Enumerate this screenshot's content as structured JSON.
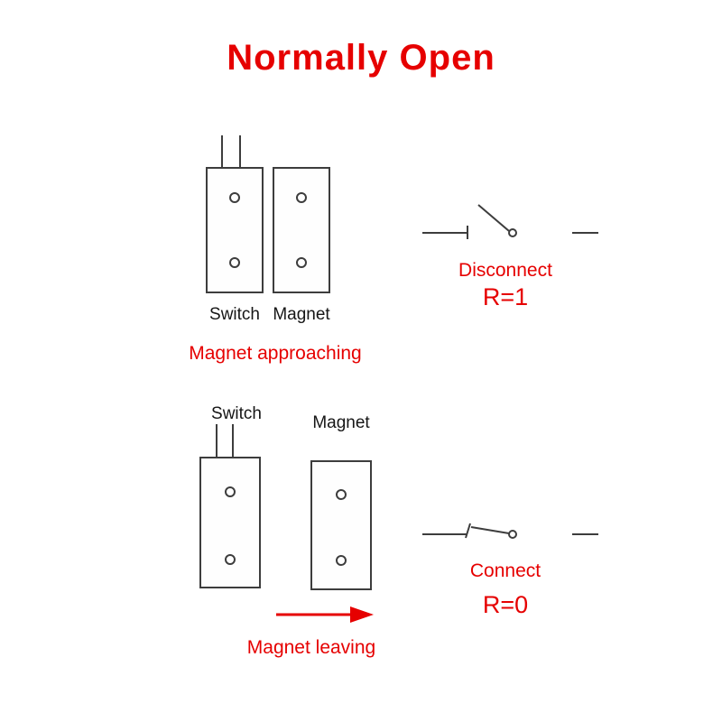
{
  "title": "Normally Open",
  "colors": {
    "accent": "#e60000",
    "line": "#3d3d3d"
  },
  "sections": {
    "top": {
      "switch_label": "Switch",
      "magnet_label": "Magnet",
      "caption": "Magnet approaching",
      "state_label": "Disconnect",
      "resistance_label": "R=1"
    },
    "bottom": {
      "switch_label": "Switch",
      "magnet_label": "Magnet",
      "caption": "Magnet leaving",
      "state_label": "Connect",
      "resistance_label": "R=0"
    }
  }
}
